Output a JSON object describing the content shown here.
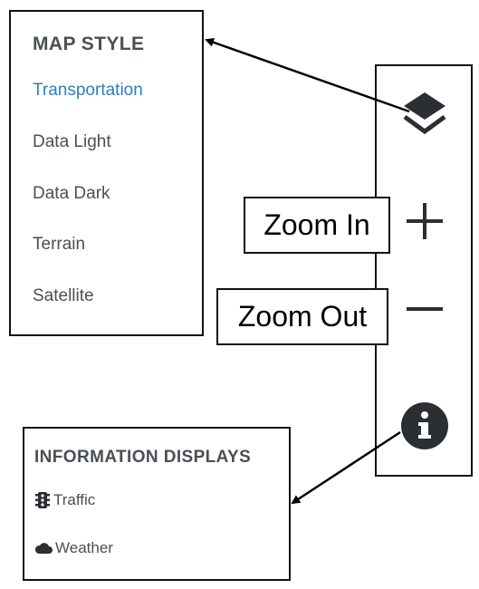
{
  "map_style": {
    "title": "MAP STYLE",
    "options": [
      {
        "label": "Transportation",
        "active": true
      },
      {
        "label": "Data Light",
        "active": false
      },
      {
        "label": "Data Dark",
        "active": false
      },
      {
        "label": "Terrain",
        "active": false
      },
      {
        "label": "Satellite",
        "active": false
      }
    ]
  },
  "controls": {
    "layers_icon": "layers-icon",
    "zoom_in_icon": "plus-icon",
    "zoom_out_icon": "minus-icon",
    "info_icon": "info-icon"
  },
  "callouts": {
    "zoom_in": "Zoom In",
    "zoom_out": "Zoom Out"
  },
  "info_displays": {
    "title": "INFORMATION DISPLAYS",
    "options": [
      {
        "label": "Traffic",
        "icon": "traffic-light-icon"
      },
      {
        "label": "Weather",
        "icon": "cloud-icon"
      }
    ]
  },
  "colors": {
    "active_text": "#2f7fb8",
    "text": "#4a4f55",
    "icon": "#2b2f33",
    "border": "#111111"
  }
}
